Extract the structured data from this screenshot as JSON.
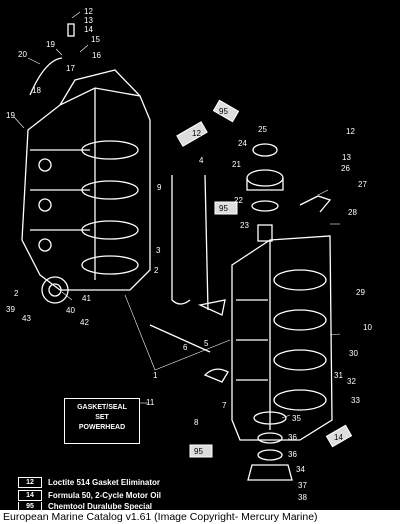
{
  "callouts": [
    "12",
    "13",
    "14",
    "15",
    "16",
    "17",
    "18",
    "19",
    "20",
    "19",
    "1",
    "2",
    "3",
    "4",
    "5",
    "6",
    "7",
    "8",
    "9",
    "10",
    "11",
    "12",
    "13",
    "21",
    "22",
    "23",
    "24",
    "25",
    "26",
    "27",
    "28",
    "29",
    "30",
    "31",
    "32",
    "33",
    "34",
    "35",
    "36",
    "36",
    "37",
    "38",
    "39",
    "40",
    "41",
    "42",
    "43",
    "2"
  ],
  "kit": {
    "line1": "GASKET/SEAL",
    "line2": "SET",
    "line3": "POWERHEAD",
    "number": "11"
  },
  "legend": [
    {
      "code": "12",
      "text": "Loctite 514 Gasket Eliminator"
    },
    {
      "code": "14",
      "text": "Formula 50, 2-Cycle Motor Oil"
    },
    {
      "code": "95",
      "text": "Chemtool Duralube Special"
    }
  ],
  "tube_labels": [
    "95",
    "12",
    "95",
    "14",
    "95"
  ],
  "caption": "European Marine Catalog v1.61 (Image Copyright- Mercury Marine)"
}
